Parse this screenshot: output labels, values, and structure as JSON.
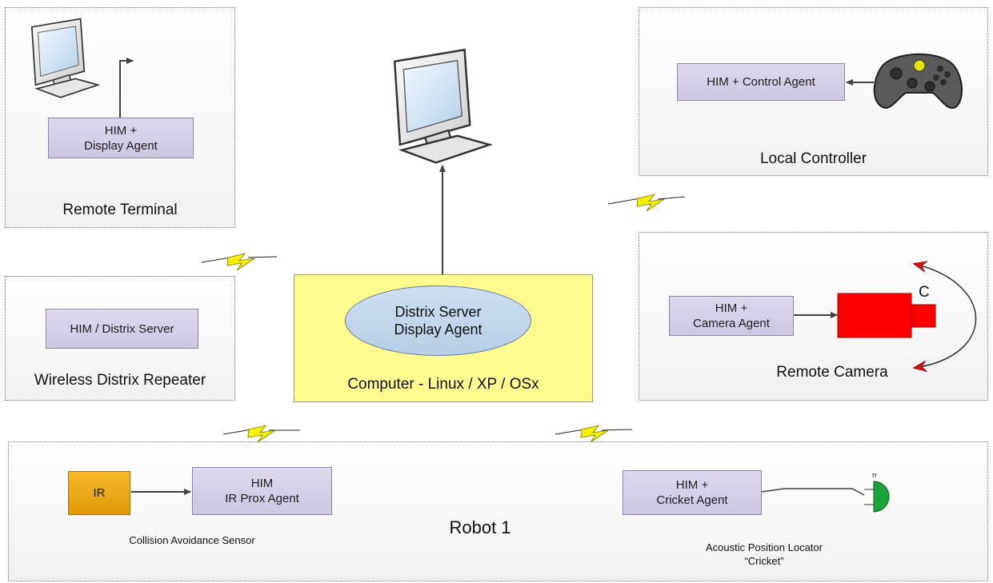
{
  "remote_terminal": {
    "label": "Remote Terminal",
    "box_line1": "HIM +",
    "box_line2": "Display Agent"
  },
  "local_controller": {
    "label": "Local Controller",
    "box": "HIM + Control Agent"
  },
  "repeater": {
    "label": "Wireless Distrix Repeater",
    "box": "HIM / Distrix Server"
  },
  "computer": {
    "label": "Computer - Linux / XP / OSx",
    "ellipse_line1": "Distrix Server",
    "ellipse_line2": "Display Agent"
  },
  "remote_camera": {
    "label": "Remote Camera",
    "box_line1": "HIM +",
    "box_line2": "Camera Agent",
    "camera_letter": "C"
  },
  "robot": {
    "label": "Robot 1",
    "ir": "IR",
    "ir_box_line1": "HIM",
    "ir_box_line2": "IR Prox Agent",
    "ir_caption": "Collision Avoidance Sensor",
    "cricket_box_line1": "HIM +",
    "cricket_box_line2": "Cricket Agent",
    "cricket_caption_line1": "Acoustic Position Locator",
    "cricket_caption_line2": "“Cricket”",
    "cricket_mark": "rr"
  },
  "colors": {
    "group_border": "#7a7a7a",
    "him_box": "#d6cfe8",
    "computer_box": "#fffc8f",
    "ellipse": "#c4d6ec",
    "camera": "#ff0000",
    "ir": "#f0a818",
    "cricket": "#1aa33a",
    "bolt": "#f5f000"
  }
}
